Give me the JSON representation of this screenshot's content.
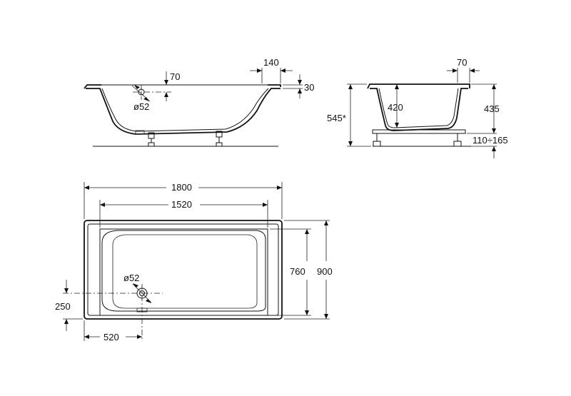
{
  "side_view": {
    "dim_overflow_depth": "70",
    "dim_rim_width": "140",
    "dim_rim_thickness": "30",
    "dim_drain_diameter": "ø52"
  },
  "end_view": {
    "dim_rim_width": "70",
    "dim_total_height": "545*",
    "dim_inner_depth": "420",
    "dim_tub_height": "435",
    "dim_leg_range": "110÷165"
  },
  "top_view": {
    "dim_length": "1800",
    "dim_inner_length": "1520",
    "dim_inner_width": "760",
    "dim_width": "900",
    "dim_drain_diameter": "ø52",
    "dim_drain_y": "250",
    "dim_drain_x": "520"
  }
}
